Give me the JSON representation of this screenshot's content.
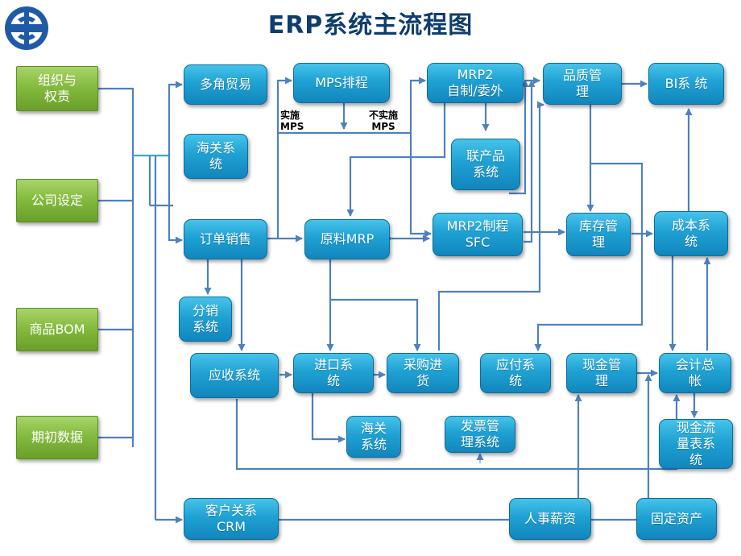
{
  "title": "ERP系统主流程图",
  "sources": {
    "org": "组织与\n权责",
    "company": "公司设定",
    "bom": "商品BOM",
    "initial": "期初数据"
  },
  "nodes": {
    "multi_trade": "多角贸易",
    "customs1": "海关系\n统",
    "order_sales": "订单销售",
    "distribution": "分销\n系统",
    "receivable": "应收系统",
    "mps": "MPS排程",
    "material_mrp": "原料MRP",
    "import": "进口系\n统",
    "customs2": "海关\n系统",
    "purchase": "采购进\n货",
    "mrp2": "MRP2\n自制/委外",
    "joint_product": "联产品\n系统",
    "mrp2_sfc": "MRP2制程\nSFC",
    "invoice": "发票管\n理系统",
    "payable": "应付系\n统",
    "quality": "品质管\n理",
    "inventory": "库存管\n理",
    "cash": "现金管\n理",
    "hr_payroll": "人事薪资",
    "bi": "BI系  统",
    "cost": "成本系\n统",
    "ledger": "会计总\n帐",
    "cashflow": "现金流\n量表系\n统",
    "fixed_assets": "固定资产",
    "crm": "客户关系\nCRM"
  },
  "labels": {
    "implement_mps": "实施\nMPS",
    "no_implement_mps": "不实施\nMPS"
  },
  "colors": {
    "title": "#0f3d6e",
    "node_blue": "#1fa1d3",
    "source_green": "#82b83c",
    "connector": "#4f81bd"
  }
}
